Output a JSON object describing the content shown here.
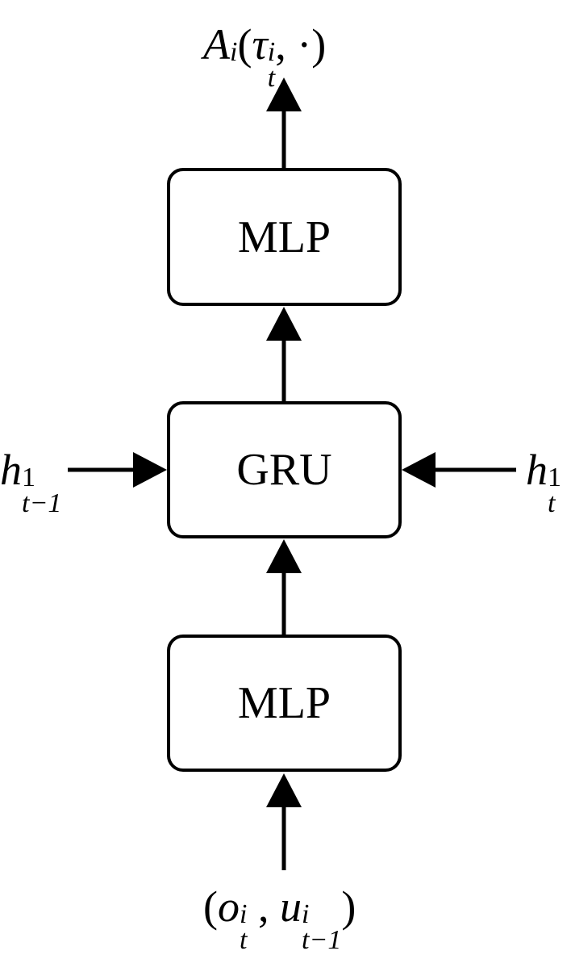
{
  "boxes": {
    "top": "MLP",
    "middle": "GRU",
    "bottom": "MLP"
  },
  "labels": {
    "output": {
      "base": "A",
      "sup": "i",
      "paren_open": "(",
      "tau": "τ",
      "tau_sup": "i",
      "tau_sub": "t",
      "rest": ", ·)"
    },
    "input": {
      "open": "(",
      "o": "o",
      "o_sup": "i",
      "o_sub": "t",
      "sep": " , ",
      "u": "u",
      "u_sup": "i",
      "u_sub": "t−1",
      "close": ")"
    },
    "left": {
      "base": "h",
      "sup": "1",
      "sub": "t−1"
    },
    "right": {
      "base": "h",
      "sup": "1",
      "sub": "t"
    }
  },
  "colors": {
    "stroke": "#000000",
    "background": "#ffffff"
  }
}
